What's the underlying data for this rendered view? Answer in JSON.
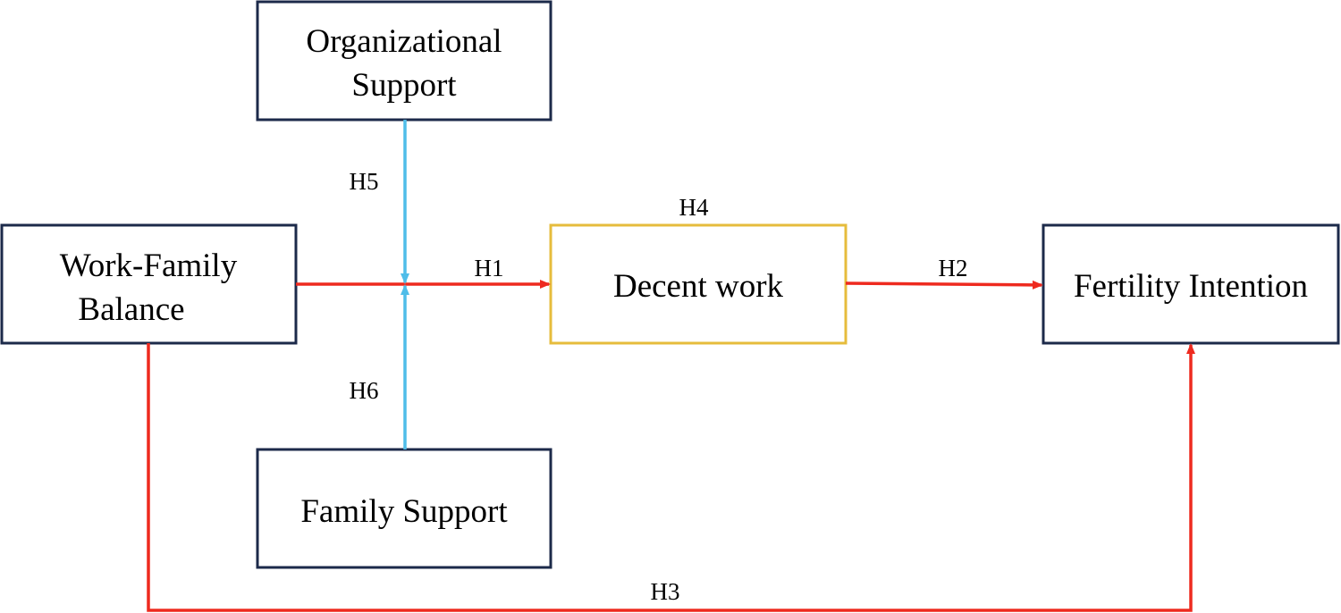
{
  "diagram": {
    "nodes": {
      "organizational_support": {
        "line1": "Organizational",
        "line2": "Support"
      },
      "work_family_balance": {
        "line1": "Work-Family",
        "line2": "Balance"
      },
      "decent_work": {
        "label": "Decent work"
      },
      "fertility_intention": {
        "label": "Fertility Intention"
      },
      "family_support": {
        "label": "Family Support"
      }
    },
    "hypotheses": {
      "h1": "H1",
      "h2": "H2",
      "h3": "H3",
      "h4": "H4",
      "h5": "H5",
      "h6": "H6"
    },
    "colors": {
      "box_border": "#1c2a4a",
      "mediator_border": "#e6bc3c",
      "direct_path": "#ee2a1f",
      "moderator_path": "#4fbde9"
    }
  }
}
